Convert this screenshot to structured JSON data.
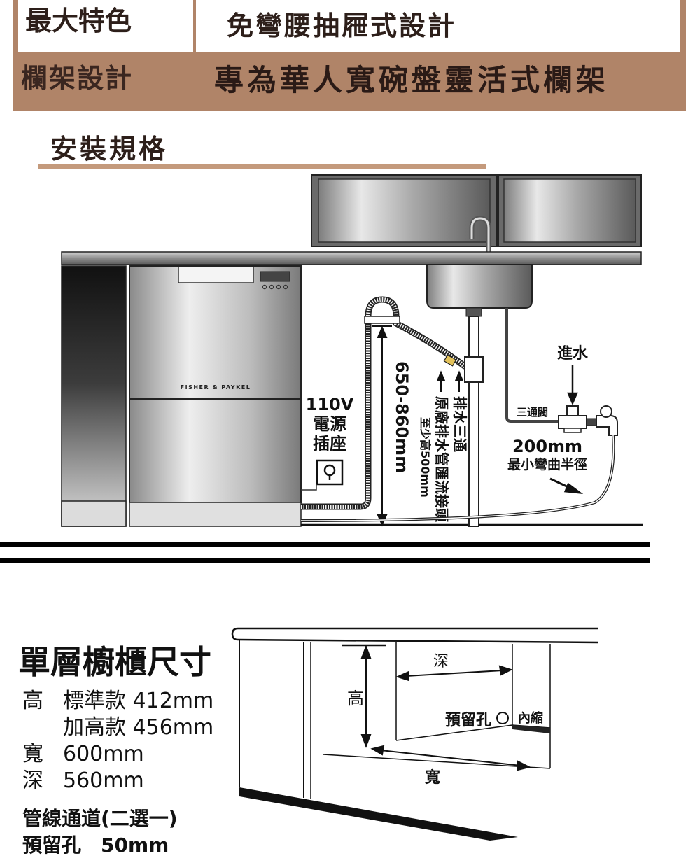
{
  "features": {
    "row1_label": "最大特色",
    "row1_value": "免彎腰抽屜式設計",
    "row2_label": "欄架設計",
    "row2_value": "專為華人寬碗盤靈活式欄架"
  },
  "install": {
    "section_title": "安裝規格",
    "brand": "FISHER & PAYKEL",
    "outlet_voltage": "110V",
    "outlet_label_1": "電源",
    "outlet_label_2": "插座",
    "height_range": "650-860mm",
    "drain_label_1": "原廠排水管匯流接頭",
    "drain_label_2": "至少高500mm",
    "drain_tee": "排水三通",
    "water_inlet": "進水",
    "tee_valve": "三通閥",
    "bend_value": "200mm",
    "bend_label": "最小彎曲半徑"
  },
  "dimensions": {
    "title": "單層櫥櫃尺寸",
    "height_key": "高",
    "height_std": "標準款 412mm",
    "height_tall": "加高款 456mm",
    "width_key": "寬",
    "width_value": "600mm",
    "depth_key": "深",
    "depth_value": "560mm",
    "channel_title": "管線通道(二選一)",
    "reserved_hole_row": "預留孔　50mm",
    "diagram_depth": "深",
    "diagram_height": "高",
    "diagram_width": "寬",
    "diagram_hole": "預留孔",
    "diagram_recess": "內縮"
  },
  "colors": {
    "accent_brown": "#b08468",
    "line_brown": "#c49a7c",
    "steel": "#b9b9b9"
  }
}
